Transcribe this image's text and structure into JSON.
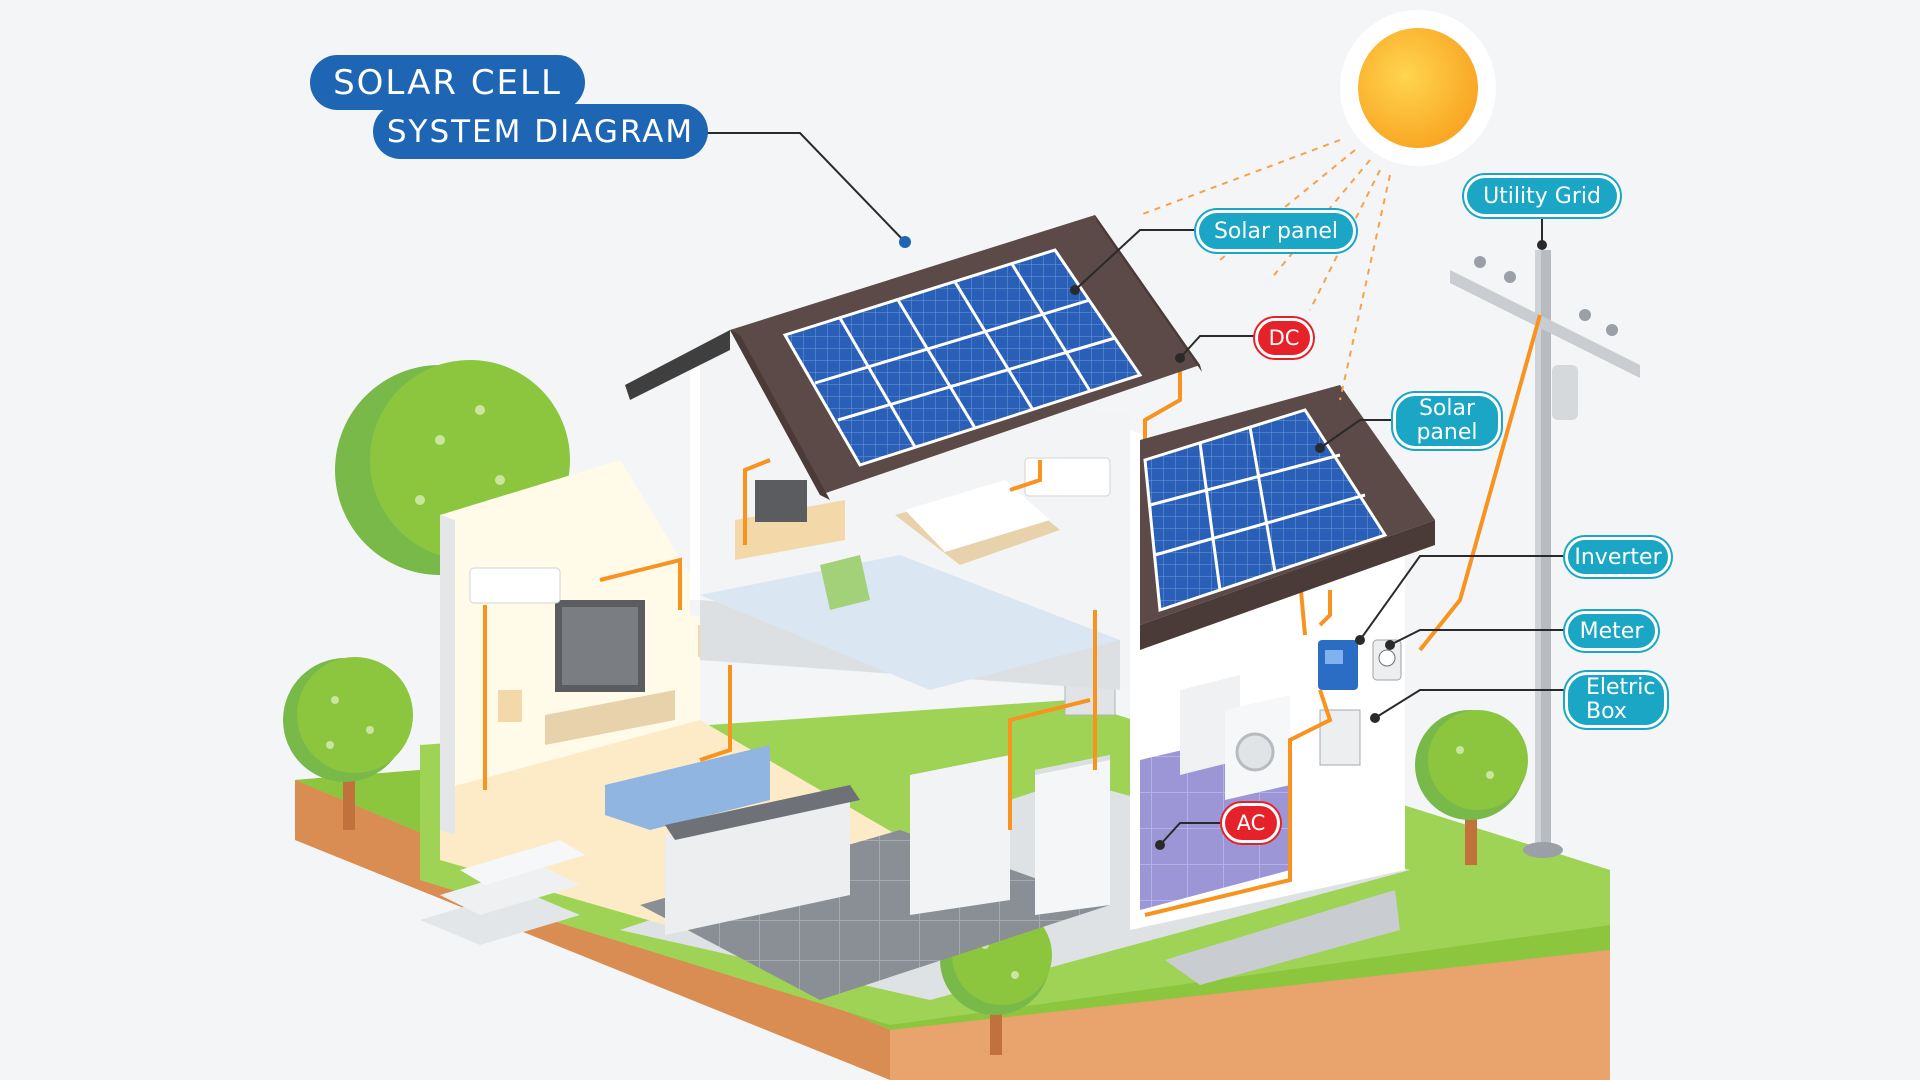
{
  "title": {
    "line1": "SOLAR CELL",
    "line2": "SYSTEM DIAGRAM"
  },
  "labels": {
    "solar_panel_main": "Solar panel",
    "dc": "DC",
    "solar_panel_garage_line1": "Solar",
    "solar_panel_garage_line2": "panel",
    "utility_grid": "Utility Grid",
    "inverter": "Inverter",
    "meter": "Meter",
    "electric_box_line1": "Eletric",
    "electric_box_line2": "Box",
    "ac": "AC"
  },
  "colors": {
    "title_blue": "#1e66b4",
    "callout_teal": "#1aa6c4",
    "tag_red": "#e52229",
    "wire_orange": "#f7931e",
    "panel_blue": "#2a5fb8",
    "roof_brown": "#5b4a47",
    "grass_green": "#8cc63f",
    "soil": "#e8a46c",
    "sun": "#fbc02d"
  }
}
